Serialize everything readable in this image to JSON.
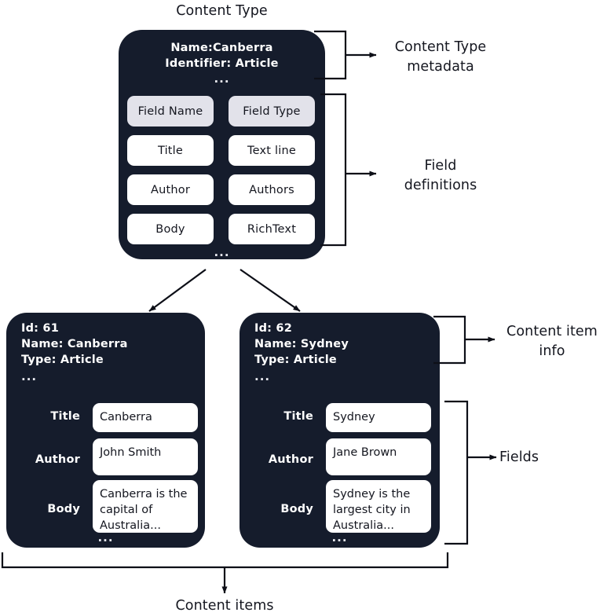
{
  "title": "Content Type",
  "bottom_label": "Content items",
  "colors": {
    "card_bg": "#151c2c",
    "pill_bg": "#ffffff",
    "pill_header_bg": "#e2e2ea",
    "text_dark": "#14161f",
    "text_light": "#ffffff",
    "line": "#0d0f17",
    "page_bg": "#ffffff"
  },
  "content_type": {
    "name_line": "Name:Canberra",
    "identifier_line": "Identifier: Article",
    "ellipsis": "...",
    "bottom_ellipsis": "...",
    "table": {
      "headers": [
        "Field Name",
        "Field Type"
      ],
      "rows": [
        [
          "Title",
          "Text line"
        ],
        [
          "Author",
          "Authors"
        ],
        [
          "Body",
          "RichText"
        ]
      ]
    }
  },
  "annotations": [
    {
      "id": "content-type-metadata",
      "lines": [
        "Content Type",
        "metadata"
      ]
    },
    {
      "id": "field-definitions",
      "lines": [
        "Field",
        "definitions"
      ]
    },
    {
      "id": "content-item-info",
      "lines": [
        "Content item",
        "info"
      ]
    },
    {
      "id": "fields",
      "lines": [
        "Fields"
      ]
    }
  ],
  "content_items": [
    {
      "id_line": "Id: 61",
      "name_line": "Name: Canberra",
      "type_line": "Type: Article",
      "ellipsis": "...",
      "bottom_ellipsis": "...",
      "fields": [
        {
          "label": "Title",
          "value": "Canberra"
        },
        {
          "label": "Author",
          "value": "John Smith"
        },
        {
          "label": "Body",
          "value": "Canberra is the capital of Australia..."
        }
      ]
    },
    {
      "id_line": "Id: 62",
      "name_line": "Name: Sydney",
      "type_line": "Type: Article",
      "ellipsis": "...",
      "bottom_ellipsis": "...",
      "fields": [
        {
          "label": "Title",
          "value": "Sydney"
        },
        {
          "label": "Author",
          "value": "Jane Brown"
        },
        {
          "label": "Body",
          "value": "Sydney is the largest city in Australia..."
        }
      ]
    }
  ]
}
